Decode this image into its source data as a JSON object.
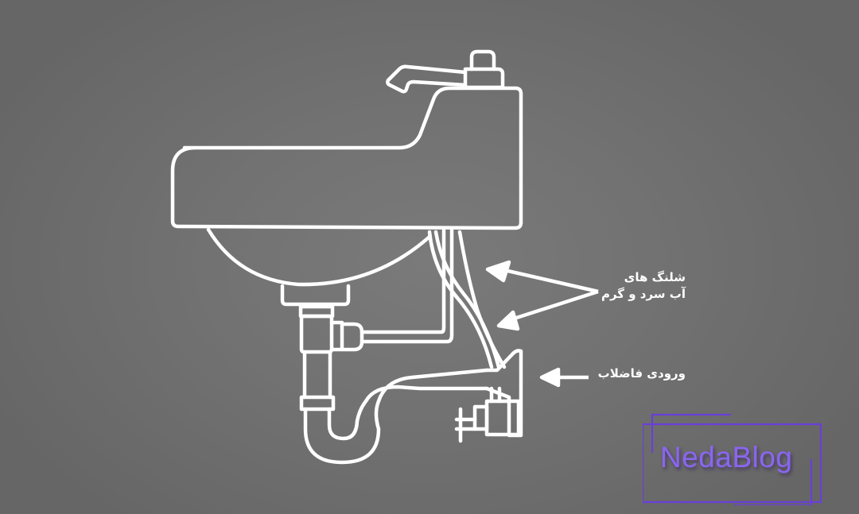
{
  "diagram": {
    "subject": "sink plumbing diagram",
    "stroke_color": "#ffffff",
    "background_color": "#707070"
  },
  "labels": {
    "hoses_line1": "شلنگ های",
    "hoses_line2": "آب سرد و گرم",
    "drain_inlet": "ورودی فاضلاب"
  },
  "brand": {
    "name": "NedaBlog",
    "color": "#8a66f0",
    "frame_color": "#6a3fd8"
  }
}
